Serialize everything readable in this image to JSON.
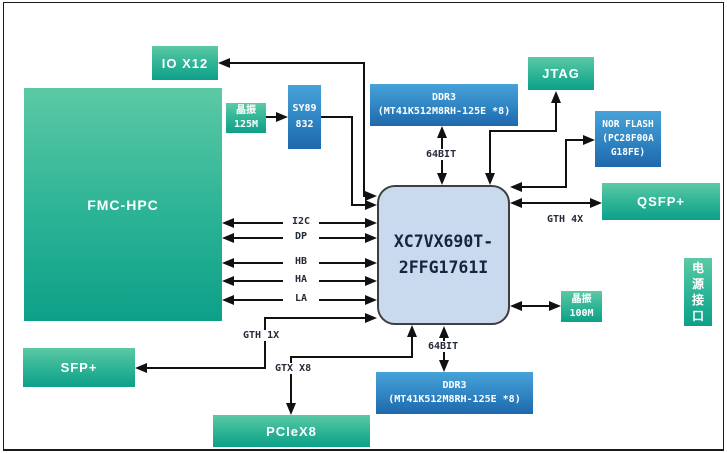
{
  "diagram": {
    "blocks": {
      "io_x12": {
        "label": "IO X12"
      },
      "fmc_hpc": {
        "label": "FMC-HPC"
      },
      "xtal_125m": {
        "line1": "晶振",
        "line2": "125M"
      },
      "sy89832": {
        "line1": "SY89",
        "line2": "832"
      },
      "ddr3_top": {
        "line1": "DDR3",
        "line2": "(MT41K512M8RH-125E *8)"
      },
      "jtag": {
        "label": "JTAG"
      },
      "nor_flash": {
        "line1": "NOR FLASH",
        "line2": "(PC28F00A",
        "line3": "G18FE)"
      },
      "qsfp": {
        "label": "QSFP+"
      },
      "power": {
        "label": "电源接口"
      },
      "xtal_100m": {
        "line1": "晶振",
        "line2": "100M"
      },
      "fpga": {
        "line1": "XC7VX690T-",
        "line2": "2FFG1761I"
      },
      "ddr3_bot": {
        "line1": "DDR3",
        "line2": "(MT41K512M8RH-125E *8)"
      },
      "sfp": {
        "label": "SFP+"
      },
      "pciex8": {
        "label": "PCIeX8"
      }
    },
    "bus_labels": {
      "i2c": "I2C",
      "dp": "DP",
      "hb": "HB",
      "ha": "HA",
      "la": "LA",
      "bit64_top": "64BIT",
      "bit64_bottom": "64BIT",
      "gth_4x": "GTH 4X",
      "gth_1x": "GTH 1X",
      "gtx_x8": "GTX X8"
    },
    "colors": {
      "green_gradient_top": "#5CC9A5",
      "green_gradient_bottom": "#0DA089",
      "blue_gradient_top": "#47A2D8",
      "blue_gradient_bottom": "#1E68AC",
      "fpga_fill": "#C9D9EE",
      "fpga_border": "#3F3F3F",
      "connector_line": "#111111",
      "bus_label_text": "#242C38",
      "block_text": "#FFFFFF"
    }
  }
}
